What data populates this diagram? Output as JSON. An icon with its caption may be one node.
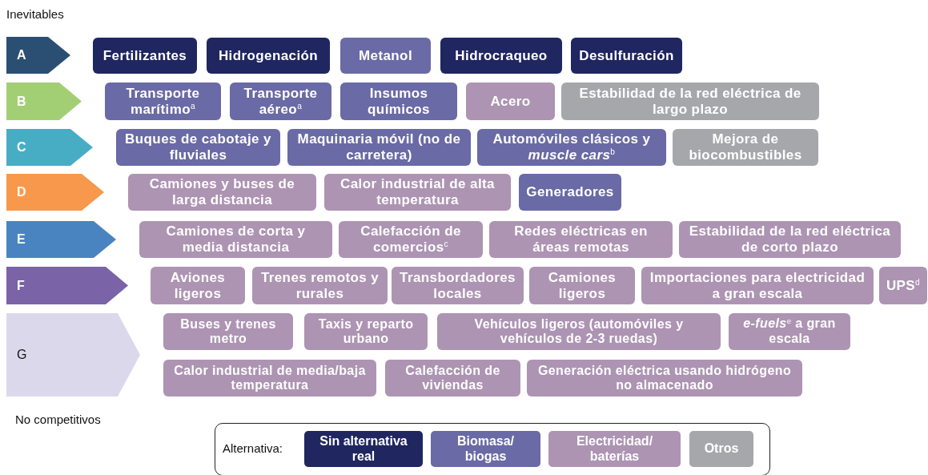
{
  "diagram": {
    "nodes": [
      {
        "text": [
          "A"
        ]
      },
      {
        "text": [
          "Fertilizantes"
        ]
      },
      {
        "text": [
          "Hidrogenación"
        ]
      },
      {
        "text": [
          "Metanol"
        ]
      },
      {
        "text": [
          "Hidrocraqueo"
        ]
      },
      {
        "text": [
          "Desulfuración"
        ]
      },
      {
        "text": [
          "B"
        ]
      },
      {
        "text": [
          "Transporte marítimo$^{a}$"
        ]
      },
      {
        "text": [
          "Transporte aéreo$^{a}$"
        ]
      },
      {
        "text": [
          "Insumos químicos"
        ]
      },
      {
        "text": [
          "Acero"
        ]
      },
      {
        "text": [
          "Estabilidad de la red eléctrica de largo plazo"
        ]
      },
      {
        "text": [
          "C"
        ]
      },
      {
        "text": [
          "Buques de cabotaje y fluviales"
        ]
      },
      {
        "text": [
          "Maquinaria móvil (no de carretera)"
        ]
      },
      {
        "text": [
          "Automóviles clásicos y *muscle cars*$^{b}$"
        ]
      },
      {
        "text": [
          "Mejora de biocombustibles"
        ]
      },
      {
        "text": [
          "D"
        ]
      },
      {
        "text": [
          "Camiones y buses de larga distancia"
        ]
      },
      {
        "text": [
          "Calor industrial de alta temperatura"
        ]
      },
      {
        "text": [
          "Generadores"
        ]
      },
      {
        "text": [
          "E"
        ]
      },
      {
        "text": [
          "Camiones de corta y media distancia"
        ]
      },
      {
        "text": [
          "Calefacción de comercios$^{c}$"
        ]
      },
      {
        "text": [
          "Redes eléctricas en áreas remotas"
        ]
      },
      {
        "text": [
          "Estabilidad de la red eléctrica de corto plazo"
        ]
      },
      {
        "text": [
          "F"
        ]
      },
      {
        "text": [
          "Aviones ligeros"
        ]
      },
      {
        "text": [
          "Trenes remotos y rurales"
        ]
      },
      {
        "text": [
          "Transbordadores locales"
        ]
      },
      {
        "text": [
          "Camiones ligeros"
        ]
      },
      {
        "text": [
          "Importaciones para electricidad a gran escala"
        ]
      },
      {
        "text": [
          "UPS$^{d}$"
        ]
      },
      {
        "text": [
          "G"
        ]
      },
      {
        "text": [
          "Buses y trenes metro"
        ]
      },
      {
        "text": [
          "Taxis y reparto urbano"
        ]
      },
      {
        "text": [
          "Vehículos ligeros (automóviles y vehículos de 2-3 ruedas)"
        ]
      },
      {
        "text": [
          "*e-fuels*$^{e}$ a gran escala"
        ]
      },
      {
        "text": [
          "Calor industrial de media/baja temperatura"
        ]
      },
      {
        "text": [
          "Calefacción de viviendas"
        ]
      },
      {
        "text": [
          "Generación eléctrica usando hidrógeno no almacenado"
        ]
      }
    ],
    "labels": [
      "Inevitables",
      "No competitivos",
      "Alternativa:"
    ],
    "legend": [
      {
        "text": "Sin alternativa real",
        "color": "#1f2660"
      },
      {
        "text": "Biomasa/ biogas",
        "color": "#6a6aa6"
      },
      {
        "text": "Electricidad/ baterías",
        "color": "#ad94b3"
      },
      {
        "text": "Otros",
        "color": "#a6a7ab"
      }
    ]
  }
}
